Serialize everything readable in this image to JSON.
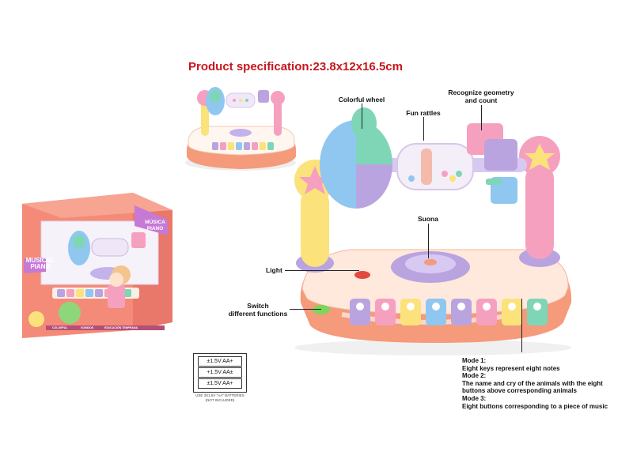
{
  "title": "Product specification:23.8x12x16.5cm",
  "callouts": {
    "colorful_wheel": "Colorful wheel",
    "fun_rattles": "Fun rattles",
    "recognize_1": "Recognize geometry",
    "recognize_2": "and count",
    "suona": "Suona",
    "light": "Light",
    "switch_1": "Switch",
    "switch_2": "different functions"
  },
  "modes": [
    "Mode 1:",
    "Eight keys represent eight notes",
    "Mode 2:",
    "The name and cry of the animals with the eight",
    "buttons above corresponding animals",
    "Mode 3:",
    "Eight buttons corresponding to a piece of music"
  ],
  "batteries": {
    "cell1": "±1.5V AA+",
    "cell2": "+1.5V AA±",
    "cell3": "±1.5V AA+",
    "note_1": "USE 3X1.5V \"AA\" BATTERIES",
    "note_2": "(NOT INCLUDED)"
  },
  "box": {
    "logo1_a": "MUSICAL",
    "logo1_b": "PIANO",
    "logo2_a": "MÚSICA",
    "logo2_b": "PIANO",
    "strip_1": "COLORFUL",
    "strip_2": "SONIDOS",
    "strip_3": "EDUCACIÓN TEMPRANA"
  },
  "colors": {
    "title": "#c8161d",
    "base_orange": "#f59a7a",
    "purple": "#b9a4e0",
    "pink": "#f6a0c0",
    "yellow": "#fbe27a",
    "mint": "#7fd6b6"
  }
}
